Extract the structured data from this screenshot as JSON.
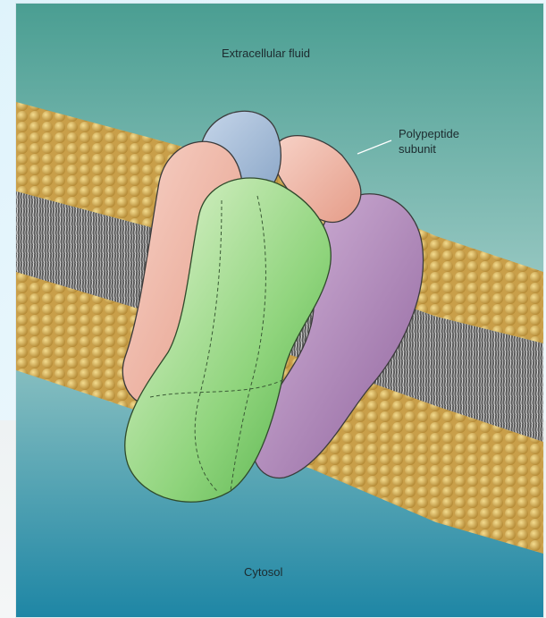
{
  "labels": {
    "extracellular": "Extracellular fluid",
    "subunit_line1": "Polypeptide",
    "subunit_line2": "subunit",
    "cytosol": "Cytosol"
  },
  "colors": {
    "background_top": "#3f9d93",
    "background_bottom": "#1a7fa0",
    "lipid_head": "#d7b35a",
    "lipid_tail": "#6f6f6f",
    "subunit_pink": "#f1b9a9",
    "subunit_blue": "#a8bfd8",
    "subunit_green": "#98d98a",
    "subunit_purple": "#b48dbd"
  }
}
